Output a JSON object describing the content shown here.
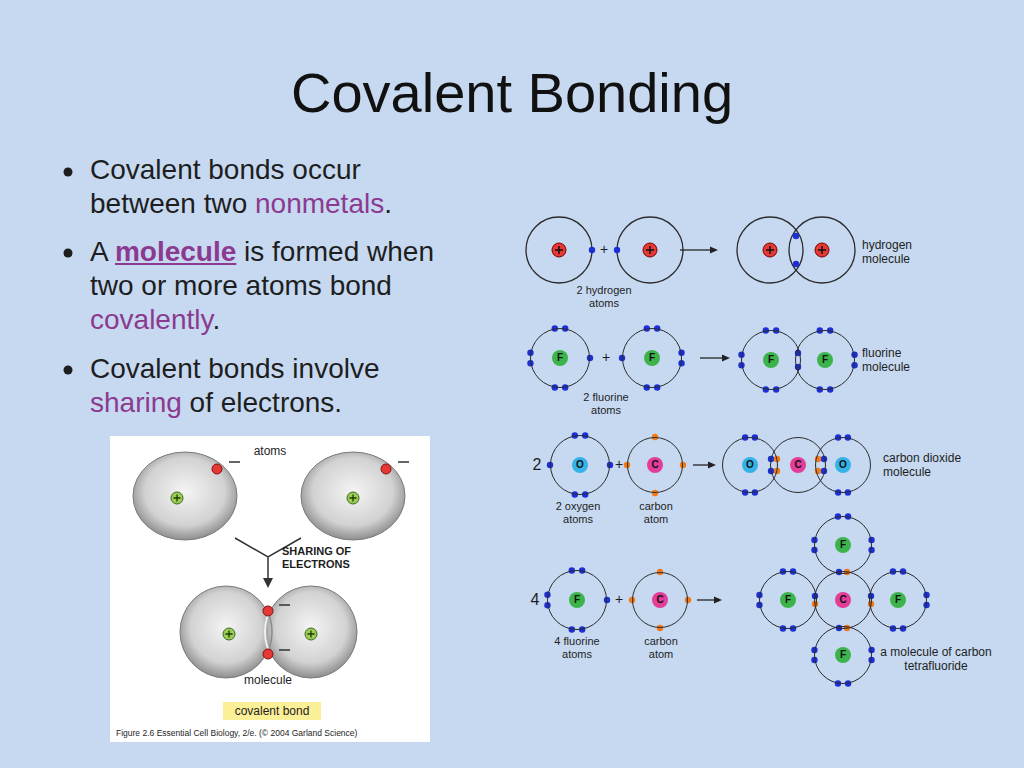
{
  "diagram": {
    "title": "Covalent Bonding",
    "nodes": [
      {
        "text": [
          "F"
        ]
      },
      {
        "text": [
          "F"
        ]
      },
      {
        "text": [
          "F"
        ]
      },
      {
        "text": [
          "F"
        ]
      },
      {
        "text": [
          "O"
        ]
      },
      {
        "text": [
          "C"
        ]
      },
      {
        "text": [
          "O"
        ]
      },
      {
        "text": [
          "C"
        ]
      },
      {
        "text": [
          "O"
        ]
      },
      {
        "text": [
          "F"
        ]
      },
      {
        "text": [
          "C"
        ]
      },
      {
        "text": [
          "F"
        ]
      },
      {
        "text": [
          "F"
        ]
      },
      {
        "text": [
          "C"
        ]
      },
      {
        "text": [
          "F"
        ]
      },
      {
        "text": [
          "F"
        ]
      },
      {
        "text": [
          "covalent bond"
        ]
      }
    ],
    "labels": [
      "Covalent bonds occur between two nonmetals.",
      "A molecule is formed when two or more atoms bond covalently.",
      "Covalent bonds involve sharing of electrons.",
      "atoms",
      "SHARING OF ELECTRONS",
      "molecule",
      "Figure 2.6 Essential Cell Biology, 2/e. (© 2004 Garland Science)",
      "+",
      "2 hydrogen atoms",
      "hydrogen molecule",
      "+",
      "2 fluorine atoms",
      "fluorine molecule",
      "2",
      "+",
      "2 oxygen atoms",
      "carbon atom",
      "carbon dioxide molecule",
      "4",
      "+",
      "4 fluorine atoms",
      "carbon atom",
      "a molecule of carbon tetrafluoride"
    ]
  }
}
